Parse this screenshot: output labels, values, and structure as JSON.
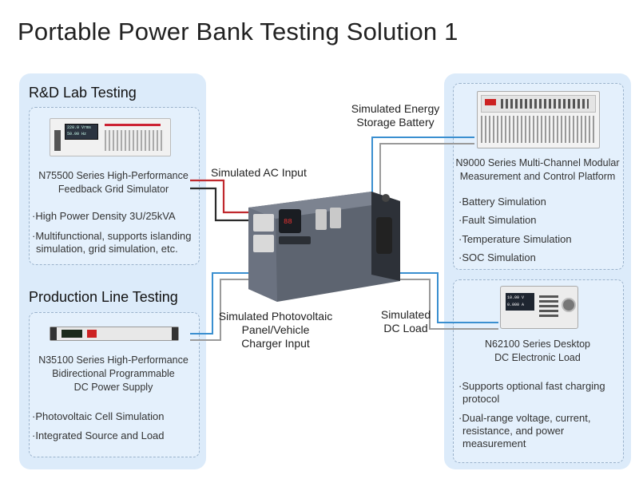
{
  "title": "Portable Power Bank Testing Solution 1",
  "left_panel": {
    "rd": {
      "title": "R&D Lab Testing",
      "product_lines": [
        "N75500 Series High-Performance",
        "Feedback Grid Simulator"
      ],
      "features": [
        [
          "·High Power Density 3U/25kVA"
        ],
        [
          "·Multifunctional, supports islanding",
          "simulation, grid simulation, etc."
        ]
      ]
    },
    "production": {
      "title": "Production Line Testing",
      "product_lines": [
        "N35100 Series High-Performance",
        "Bidirectional Programmable",
        "DC Power Supply"
      ],
      "features": [
        [
          "·Photovoltaic Cell Simulation"
        ],
        [
          "·Integrated Source and Load"
        ]
      ]
    }
  },
  "right_panel": {
    "n9000": {
      "product_lines": [
        "N9000 Series Multi-Channel Modular",
        "Measurement and Control Platform"
      ],
      "features": [
        [
          "·Battery Simulation"
        ],
        [
          "·Fault Simulation"
        ],
        [
          "·Temperature Simulation"
        ],
        [
          "·SOC Simulation"
        ]
      ]
    },
    "n62100": {
      "product_lines": [
        "N62100 Series Desktop",
        "DC Electronic Load"
      ],
      "features": [
        [
          "·Supports optional fast charging",
          "protocol"
        ],
        [
          "·Dual-range voltage, current,",
          "resistance, and power",
          "measurement"
        ]
      ]
    }
  },
  "connections": {
    "ac_input": "Simulated AC Input",
    "energy_storage": [
      "Simulated Energy",
      "Storage Battery"
    ],
    "pv_input": [
      "Simulated Photovoltaic",
      "Panel/Vehicle",
      "Charger Input"
    ],
    "dc_load": [
      "Simulated",
      "DC Load"
    ]
  },
  "device_screens": {
    "n62100_screen": [
      "10.00 V",
      "0.000 A"
    ],
    "n75500_screen": [
      "220.0 Vrms",
      "50.00 Hz"
    ]
  },
  "colors": {
    "panel_bg": "#dcebfa",
    "wire_red": "#c0282d",
    "wire_blue": "#3a8fd0",
    "wire_dark": "#2a2a2a",
    "wire_gray": "#9a9a9a"
  }
}
